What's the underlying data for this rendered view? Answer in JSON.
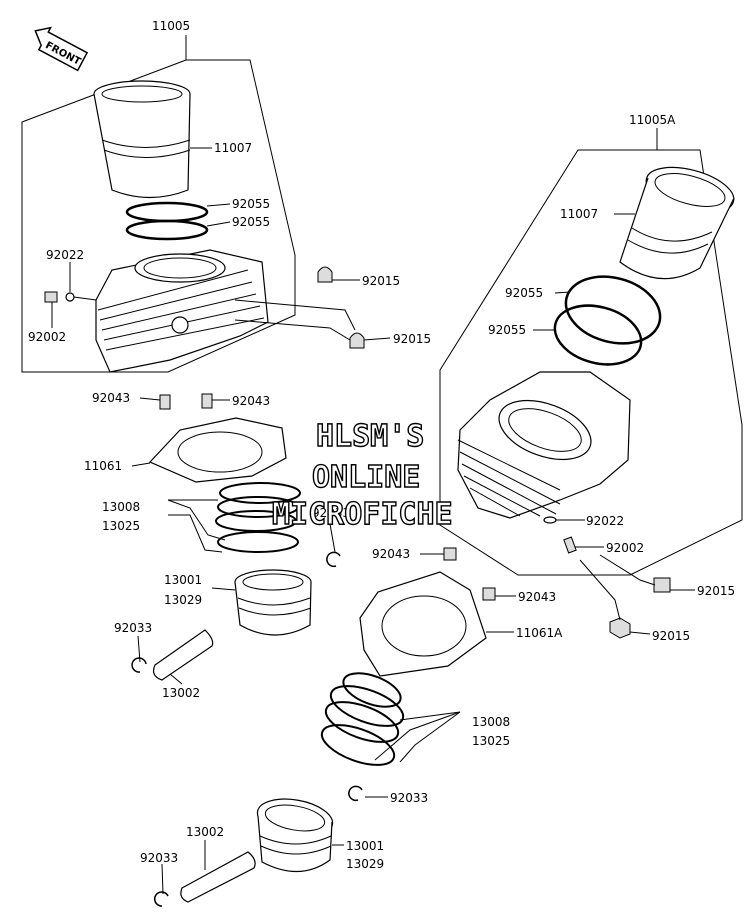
{
  "front_marker": "FRONT",
  "watermark": [
    "HLSM'S",
    "ONLINE",
    "MICROFICHE"
  ],
  "labels": {
    "a11005": "11005",
    "a11007": "11007",
    "a92055_1": "92055",
    "a92055_2": "92055",
    "a92022": "92022",
    "a92002": "92002",
    "a92015_1": "92015",
    "a92015_2": "92015",
    "a92043_1": "92043",
    "a92043_2": "92043",
    "a11061": "11061",
    "a13008": "13008",
    "a13025": "13025",
    "a92033_1": "92033",
    "a13001": "13001",
    "a13029": "13029",
    "a92033_2": "92033",
    "a13002": "13002",
    "b11005A": "11005A",
    "b11007": "11007",
    "b92055_1": "92055",
    "b92055_2": "92055",
    "b92022": "92022",
    "b92002": "92002",
    "b92043_1": "92043",
    "b92043_2": "92043",
    "b92015_1": "92015",
    "b92015_2": "92015",
    "b11061A": "11061A",
    "b13008": "13008",
    "b13025": "13025",
    "b92033_1": "92033",
    "b13001": "13001",
    "b13029": "13029",
    "b13002": "13002",
    "b92033_2": "92033"
  }
}
